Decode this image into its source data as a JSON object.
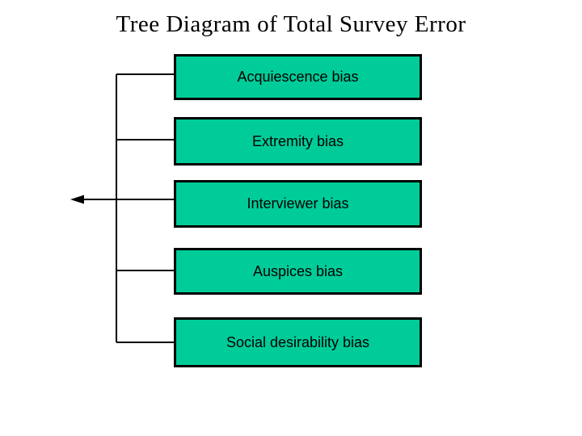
{
  "slide": {
    "title": "Tree Diagram of Total Survey Error",
    "background_color": "#ffffff"
  },
  "diagram": {
    "node_fill_color": "#00CC99",
    "node_border_color": "#000000",
    "connector_color": "#000000",
    "nodes": [
      {
        "label": "Acquiescence bias"
      },
      {
        "label": "Extremity bias"
      },
      {
        "label": "Interviewer bias",
        "has_left_arrow": true
      },
      {
        "label": "Auspices bias"
      },
      {
        "label": "Social desirability bias"
      }
    ]
  }
}
